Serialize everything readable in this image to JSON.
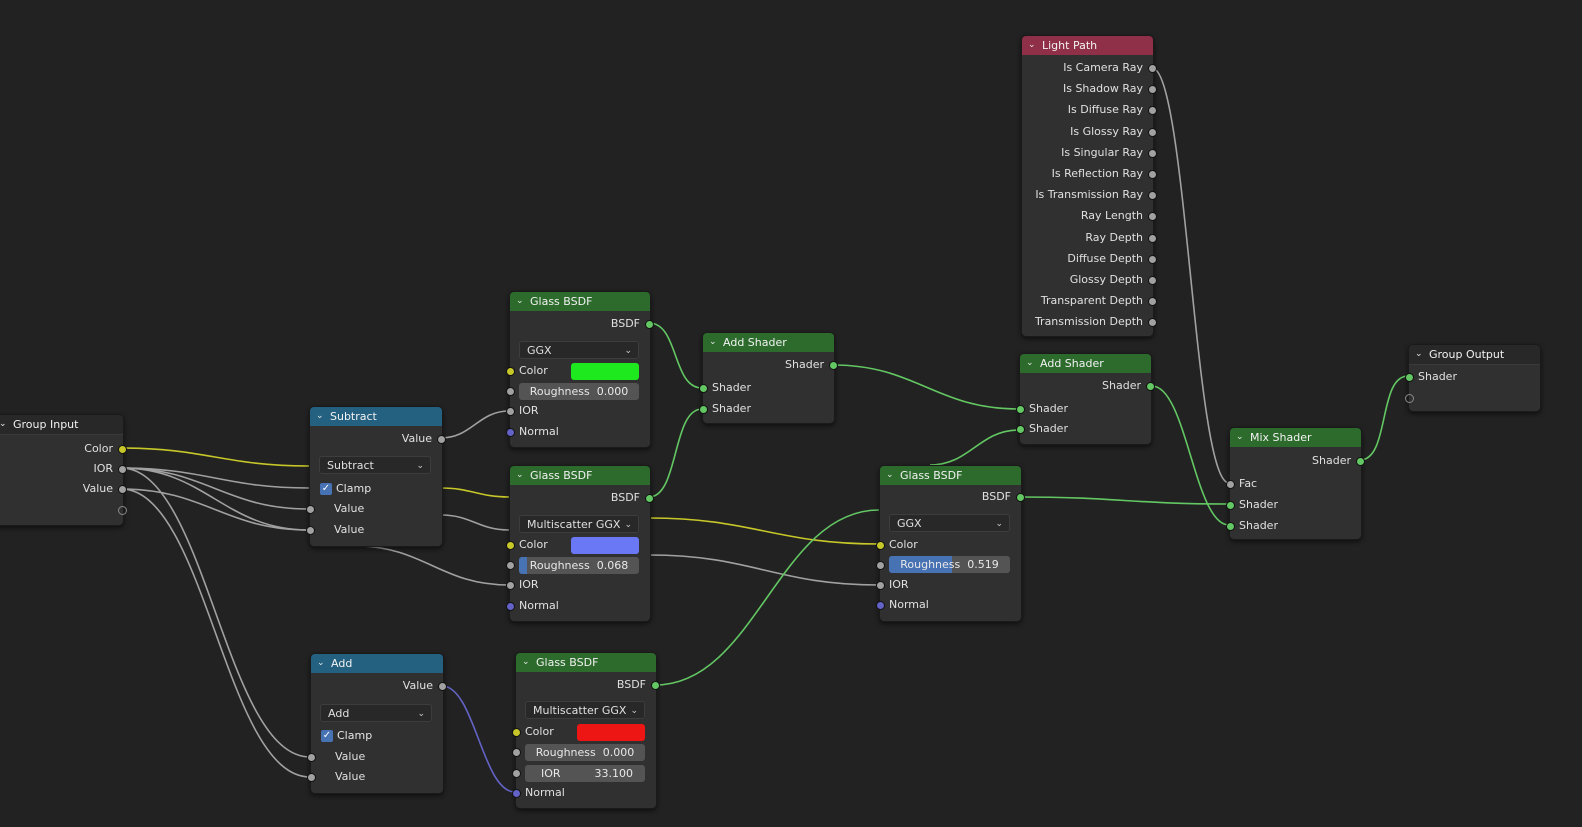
{
  "nodes": {
    "group_input": {
      "title": "Group Input",
      "outputs": [
        "Color",
        "IOR",
        "Value"
      ]
    },
    "subtract": {
      "title": "Subtract",
      "output": "Value",
      "operation": "Subtract",
      "clamp_label": "Clamp",
      "clamp": true,
      "inputs": [
        "Value",
        "Value"
      ]
    },
    "add": {
      "title": "Add",
      "output": "Value",
      "operation": "Add",
      "clamp_label": "Clamp",
      "clamp": true,
      "inputs": [
        "Value",
        "Value"
      ]
    },
    "glass1": {
      "title": "Glass BSDF",
      "output": "BSDF",
      "distribution": "GGX",
      "color_label": "Color",
      "color": "#1ee81e",
      "roughness_label": "Roughness",
      "roughness": "0.000",
      "roughness_value": 0.0,
      "ior_label": "IOR",
      "normal_label": "Normal"
    },
    "glass2": {
      "title": "Glass BSDF",
      "output": "BSDF",
      "distribution": "Multiscatter GGX",
      "color_label": "Color",
      "color": "#6a78f5",
      "roughness_label": "Roughness",
      "roughness": "0.068",
      "roughness_value": 0.068,
      "ior_label": "IOR",
      "normal_label": "Normal"
    },
    "glass3": {
      "title": "Glass BSDF",
      "output": "BSDF",
      "distribution": "Multiscatter GGX",
      "color_label": "Color",
      "color": "#ee1515",
      "roughness_label": "Roughness",
      "roughness": "0.000",
      "roughness_value": 0.0,
      "ior_label": "IOR",
      "ior": "33.100",
      "normal_label": "Normal"
    },
    "glass4": {
      "title": "Glass BSDF",
      "output": "BSDF",
      "distribution": "GGX",
      "color_label": "Color",
      "roughness_label": "Roughness",
      "roughness": "0.519",
      "roughness_value": 0.519,
      "ior_label": "IOR",
      "normal_label": "Normal"
    },
    "add_shader1": {
      "title": "Add Shader",
      "output": "Shader",
      "inputs": [
        "Shader",
        "Shader"
      ]
    },
    "add_shader2": {
      "title": "Add Shader",
      "output": "Shader",
      "inputs": [
        "Shader",
        "Shader"
      ]
    },
    "light_path": {
      "title": "Light Path",
      "outputs": [
        "Is Camera Ray",
        "Is Shadow Ray",
        "Is Diffuse Ray",
        "Is Glossy Ray",
        "Is Singular Ray",
        "Is Reflection Ray",
        "Is Transmission Ray",
        "Ray Length",
        "Ray Depth",
        "Diffuse Depth",
        "Glossy Depth",
        "Transparent Depth",
        "Transmission Depth"
      ]
    },
    "mix_shader": {
      "title": "Mix Shader",
      "output": "Shader",
      "inputs": [
        "Fac",
        "Shader",
        "Shader"
      ]
    },
    "group_output": {
      "title": "Group Output",
      "input": "Shader"
    }
  },
  "colors": {
    "background": "#222222",
    "header_shader": "#2c6b2c",
    "header_math": "#246080",
    "header_input": "#8f2f48",
    "wire_shader": "#63c763",
    "wire_value": "#a1a1a1",
    "wire_color": "#c7c729",
    "wire_vector": "#6363c7"
  },
  "icons": {
    "collapse": "chevron-down-icon",
    "checkbox": "checkmark-icon",
    "dropdown": "chevron-down-icon"
  }
}
